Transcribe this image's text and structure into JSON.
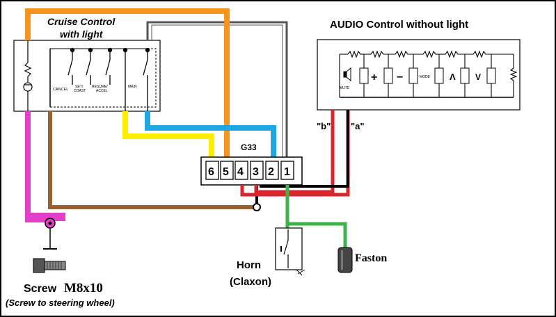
{
  "labels": {
    "cruise_title_1": "Cruise Control",
    "cruise_title_2": "with light",
    "audio_title": "AUDIO Control without light",
    "connector_name": "G33",
    "pin_6": "6",
    "pin_5": "5",
    "pin_4": "4",
    "pin_3": "3",
    "pin_2": "2",
    "pin_1": "1",
    "wire_b": "\"b\"",
    "wire_a": "\"a\"",
    "cancel": "CANCEL",
    "set_coast_1": "SET/",
    "set_coast_2": "COAST",
    "resume_accel_1": "RESUME/",
    "resume_accel_2": "ACCEL",
    "main": "MAIN",
    "mute": "MUTE",
    "plus": "+",
    "minus": "−",
    "mode": "MODE",
    "up": "Λ",
    "down": "V",
    "horn_1": "Horn",
    "horn_2": "(Claxon)",
    "faston": "Faston",
    "screw_1": "Screw",
    "screw_size": "M8x10",
    "screw_note": "(Screw to steering wheel)"
  },
  "colors": {
    "orange_wire": "#f7941d",
    "yellow_wire": "#ffee00",
    "blue_wire": "#1ea7e1",
    "magenta_wire": "#e43fc8",
    "brown_wire": "#9a6233",
    "red_wire": "#d9262c",
    "green_wire": "#3ab54a",
    "black_wire": "#000000",
    "gray_wire": "#555555"
  }
}
